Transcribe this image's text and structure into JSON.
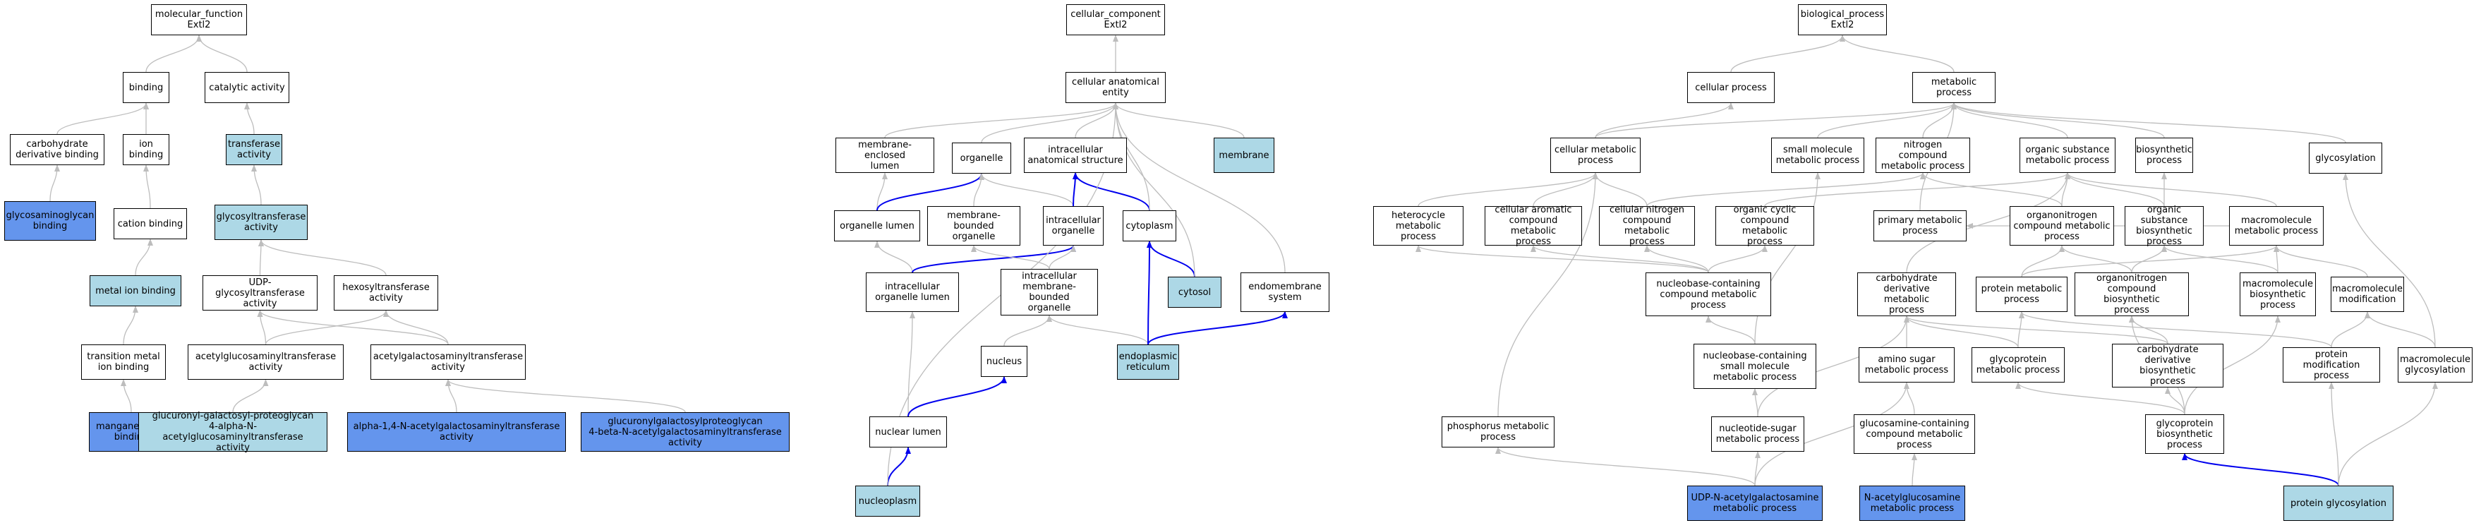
{
  "palette": {
    "edge": "#bdbdbd",
    "edge_highlight": "#0000ee",
    "light": "#add8e6",
    "dark": "#6495ed"
  },
  "nodes": [
    {
      "id": "mf",
      "label": "molecular_function\nExtl2",
      "fill": "white"
    },
    {
      "id": "binding",
      "label": "binding",
      "fill": "white"
    },
    {
      "id": "catact",
      "label": "catalytic activity",
      "fill": "white"
    },
    {
      "id": "carbder",
      "label": "carbohydrate\nderivative binding",
      "fill": "white"
    },
    {
      "id": "ionb",
      "label": "ion binding",
      "fill": "white"
    },
    {
      "id": "transf",
      "label": "transferase\nactivity",
      "fill": "light"
    },
    {
      "id": "gagb",
      "label": "glycosaminoglycan\nbinding",
      "fill": "dark"
    },
    {
      "id": "cationb",
      "label": "cation binding",
      "fill": "white"
    },
    {
      "id": "glycotr",
      "label": "glycosyltransferase\nactivity",
      "fill": "light"
    },
    {
      "id": "metalb",
      "label": "metal ion binding",
      "fill": "light"
    },
    {
      "id": "udpglyc",
      "label": "UDP-glycosyltransferase\nactivity",
      "fill": "white"
    },
    {
      "id": "hexos",
      "label": "hexosyltransferase\nactivity",
      "fill": "white"
    },
    {
      "id": "transmet",
      "label": "transition metal\nion binding",
      "fill": "white"
    },
    {
      "id": "acglc",
      "label": "acetylglucosaminyltransferase\nactivity",
      "fill": "white"
    },
    {
      "id": "acgal",
      "label": "acetylgalactosaminyltransferase\nactivity",
      "fill": "white"
    },
    {
      "id": "mnb",
      "label": "manganese ion\nbinding",
      "fill": "dark"
    },
    {
      "id": "glucur1",
      "label": "glucuronyl-galactosyl-proteoglycan\n4-alpha-N-acetylglucosaminyltransferase\nactivity",
      "fill": "light"
    },
    {
      "id": "alpha14",
      "label": "alpha-1,4-N-acetylgalactosaminyltransferase\nactivity",
      "fill": "dark"
    },
    {
      "id": "glucur2",
      "label": "glucuronylgalactosylproteoglycan\n4-beta-N-acetylgalactosaminyltransferase\nactivity",
      "fill": "dark"
    },
    {
      "id": "cc",
      "label": "cellular_component\nExtl2",
      "fill": "white"
    },
    {
      "id": "cae",
      "label": "cellular anatomical\nentity",
      "fill": "white"
    },
    {
      "id": "memlumen",
      "label": "membrane-enclosed\nlumen",
      "fill": "white"
    },
    {
      "id": "organelle",
      "label": "organelle",
      "fill": "white"
    },
    {
      "id": "intracas",
      "label": "intracellular\nanatomical structure",
      "fill": "white"
    },
    {
      "id": "membrane",
      "label": "membrane",
      "fill": "light"
    },
    {
      "id": "orglumen",
      "label": "organelle lumen",
      "fill": "white"
    },
    {
      "id": "membbound",
      "label": "membrane-bounded\norganelle",
      "fill": "white"
    },
    {
      "id": "intraorg",
      "label": "intracellular\norganelle",
      "fill": "white"
    },
    {
      "id": "cytoplasm",
      "label": "cytoplasm",
      "fill": "white"
    },
    {
      "id": "intraorglumen",
      "label": "intracellular\norganelle lumen",
      "fill": "white"
    },
    {
      "id": "intramembbound",
      "label": "intracellular\nmembrane-bounded\norganelle",
      "fill": "white"
    },
    {
      "id": "cytosol",
      "label": "cytosol",
      "fill": "light"
    },
    {
      "id": "endomem",
      "label": "endomembrane\nsystem",
      "fill": "white"
    },
    {
      "id": "nucleus",
      "label": "nucleus",
      "fill": "white"
    },
    {
      "id": "er",
      "label": "endoplasmic\nreticulum",
      "fill": "light"
    },
    {
      "id": "nuclumen",
      "label": "nuclear lumen",
      "fill": "white"
    },
    {
      "id": "nucleoplasm",
      "label": "nucleoplasm",
      "fill": "light"
    },
    {
      "id": "bp",
      "label": "biological_process\nExtl2",
      "fill": "white"
    },
    {
      "id": "cellproc",
      "label": "cellular process",
      "fill": "white"
    },
    {
      "id": "metproc",
      "label": "metabolic process",
      "fill": "white"
    },
    {
      "id": "cellmet",
      "label": "cellular metabolic\nprocess",
      "fill": "white"
    },
    {
      "id": "smallmol",
      "label": "small molecule\nmetabolic process",
      "fill": "white"
    },
    {
      "id": "nitrogen",
      "label": "nitrogen compound\nmetabolic process",
      "fill": "white"
    },
    {
      "id": "orgsubmet",
      "label": "organic substance\nmetabolic process",
      "fill": "white"
    },
    {
      "id": "biosyn",
      "label": "biosynthetic\nprocess",
      "fill": "white"
    },
    {
      "id": "glycosylation",
      "label": "glycosylation",
      "fill": "white"
    },
    {
      "id": "heterocycle",
      "label": "heterocycle\nmetabolic process",
      "fill": "white"
    },
    {
      "id": "cellarom",
      "label": "cellular aromatic\ncompound metabolic\nprocess",
      "fill": "white"
    },
    {
      "id": "cellnitro",
      "label": "cellular nitrogen\ncompound metabolic\nprocess",
      "fill": "white"
    },
    {
      "id": "orgcyclic",
      "label": "organic cyclic\ncompound metabolic\nprocess",
      "fill": "white"
    },
    {
      "id": "primmet",
      "label": "primary metabolic\nprocess",
      "fill": "white"
    },
    {
      "id": "organonitmet",
      "label": "organonitrogen\ncompound metabolic\nprocess",
      "fill": "white"
    },
    {
      "id": "orgsubbio",
      "label": "organic substance\nbiosynthetic\nprocess",
      "fill": "white"
    },
    {
      "id": "macromet",
      "label": "macromolecule\nmetabolic process",
      "fill": "white"
    },
    {
      "id": "nucbasemet",
      "label": "nucleobase-containing\ncompound metabolic\nprocess",
      "fill": "white"
    },
    {
      "id": "carbdermet",
      "label": "carbohydrate\nderivative metabolic\nprocess",
      "fill": "white"
    },
    {
      "id": "protmet",
      "label": "protein metabolic\nprocess",
      "fill": "white"
    },
    {
      "id": "organonitbio",
      "label": "organonitrogen\ncompound biosynthetic\nprocess",
      "fill": "white"
    },
    {
      "id": "macrobio",
      "label": "macromolecule\nbiosynthetic\nprocess",
      "fill": "white"
    },
    {
      "id": "macromod",
      "label": "macromolecule\nmodification",
      "fill": "white"
    },
    {
      "id": "nucbasesmall",
      "label": "nucleobase-containing\nsmall molecule\nmetabolic process",
      "fill": "white"
    },
    {
      "id": "aminosugar",
      "label": "amino sugar\nmetabolic process",
      "fill": "white"
    },
    {
      "id": "glycoprotmet",
      "label": "glycoprotein\nmetabolic process",
      "fill": "white"
    },
    {
      "id": "carbderbio",
      "label": "carbohydrate\nderivative biosynthetic\nprocess",
      "fill": "white"
    },
    {
      "id": "protmod",
      "label": "protein modification\nprocess",
      "fill": "white"
    },
    {
      "id": "macroglyc",
      "label": "macromolecule\nglycosylation",
      "fill": "white"
    },
    {
      "id": "phosmet",
      "label": "phosphorus metabolic\nprocess",
      "fill": "white"
    },
    {
      "id": "nucsugar",
      "label": "nucleotide-sugar\nmetabolic process",
      "fill": "white"
    },
    {
      "id": "glucosamine",
      "label": "glucosamine-containing\ncompound metabolic\nprocess",
      "fill": "white"
    },
    {
      "id": "glycoprotbio",
      "label": "glycoprotein\nbiosynthetic\nprocess",
      "fill": "white"
    },
    {
      "id": "udpnac",
      "label": "UDP-N-acetylgalactosamine\nmetabolic process",
      "fill": "dark"
    },
    {
      "id": "nacglc",
      "label": "N-acetylglucosamine\nmetabolic process",
      "fill": "dark"
    },
    {
      "id": "protglyc",
      "label": "protein glycosylation",
      "fill": "light"
    }
  ],
  "edges": [
    [
      "binding",
      "mf"
    ],
    [
      "catact",
      "mf"
    ],
    [
      "carbder",
      "binding"
    ],
    [
      "ionb",
      "binding"
    ],
    [
      "transf",
      "catact"
    ],
    [
      "gagb",
      "carbder"
    ],
    [
      "cationb",
      "ionb"
    ],
    [
      "glycotr",
      "transf"
    ],
    [
      "metalb",
      "cationb"
    ],
    [
      "udpglyc",
      "glycotr"
    ],
    [
      "hexos",
      "glycotr"
    ],
    [
      "transmet",
      "metalb"
    ],
    [
      "acglc",
      "udpglyc"
    ],
    [
      "acglc",
      "hexos"
    ],
    [
      "acgal",
      "udpglyc"
    ],
    [
      "acgal",
      "hexos"
    ],
    [
      "mnb",
      "transmet"
    ],
    [
      "glucur1",
      "acglc"
    ],
    [
      "alpha14",
      "acgal"
    ],
    [
      "glucur2",
      "acgal"
    ],
    [
      "cae",
      "cc"
    ],
    [
      "memlumen",
      "cae"
    ],
    [
      "organelle",
      "cae"
    ],
    [
      "intracas",
      "cae"
    ],
    [
      "membrane",
      "cae"
    ],
    [
      "orglumen",
      "memlumen"
    ],
    [
      "orglumen",
      "organelle",
      "hl"
    ],
    [
      "membbound",
      "organelle"
    ],
    [
      "intraorg",
      "organelle"
    ],
    [
      "intraorg",
      "intracas",
      "hl"
    ],
    [
      "cytoplasm",
      "intracas",
      "hl"
    ],
    [
      "cytoplasm",
      "cae"
    ],
    [
      "intraorglumen",
      "orglumen"
    ],
    [
      "intraorglumen",
      "intraorg",
      "hl"
    ],
    [
      "intramembbound",
      "membbound"
    ],
    [
      "intramembbound",
      "intraorg"
    ],
    [
      "cytosol",
      "cytoplasm",
      "hl"
    ],
    [
      "cytosol",
      "cae"
    ],
    [
      "endomem",
      "cae"
    ],
    [
      "nucleus",
      "intramembbound"
    ],
    [
      "er",
      "intramembbound"
    ],
    [
      "er",
      "cytoplasm",
      "hl"
    ],
    [
      "er",
      "endomem",
      "hl"
    ],
    [
      "nuclumen",
      "intraorglumen"
    ],
    [
      "nuclumen",
      "nucleus",
      "hl"
    ],
    [
      "nucleoplasm",
      "nuclumen",
      "hl"
    ],
    [
      "nucleoplasm",
      "cae"
    ],
    [
      "cellproc",
      "bp"
    ],
    [
      "metproc",
      "bp"
    ],
    [
      "cellmet",
      "cellproc"
    ],
    [
      "cellmet",
      "metproc"
    ],
    [
      "smallmol",
      "metproc"
    ],
    [
      "nitrogen",
      "metproc"
    ],
    [
      "orgsubmet",
      "metproc"
    ],
    [
      "biosyn",
      "metproc"
    ],
    [
      "glycosylation",
      "metproc"
    ],
    [
      "heterocycle",
      "cellmet"
    ],
    [
      "cellarom",
      "cellmet"
    ],
    [
      "cellnitro",
      "cellmet"
    ],
    [
      "cellnitro",
      "nitrogen"
    ],
    [
      "orgcyclic",
      "orgsubmet"
    ],
    [
      "primmet",
      "metproc"
    ],
    [
      "organonitmet",
      "nitrogen"
    ],
    [
      "organonitmet",
      "orgsubmet"
    ],
    [
      "orgsubbio",
      "orgsubmet"
    ],
    [
      "orgsubbio",
      "biosyn"
    ],
    [
      "macromet",
      "orgsubmet"
    ],
    [
      "macromet",
      "primmet"
    ],
    [
      "nucbasemet",
      "heterocycle"
    ],
    [
      "nucbasemet",
      "cellarom"
    ],
    [
      "nucbasemet",
      "cellnitro"
    ],
    [
      "nucbasemet",
      "orgcyclic"
    ],
    [
      "carbdermet",
      "orgsubmet"
    ],
    [
      "protmet",
      "organonitmet"
    ],
    [
      "protmet",
      "macromet"
    ],
    [
      "organonitbio",
      "organonitmet"
    ],
    [
      "organonitbio",
      "orgsubbio"
    ],
    [
      "macrobio",
      "orgsubbio"
    ],
    [
      "macrobio",
      "macromet"
    ],
    [
      "macromod",
      "macromet"
    ],
    [
      "nucbasesmall",
      "nucbasemet"
    ],
    [
      "nucbasesmall",
      "smallmol"
    ],
    [
      "aminosugar",
      "carbdermet"
    ],
    [
      "glycoprotmet",
      "protmet"
    ],
    [
      "glycoprotmet",
      "carbdermet"
    ],
    [
      "carbderbio",
      "carbdermet"
    ],
    [
      "carbderbio",
      "organonitbio"
    ],
    [
      "protmod",
      "protmet"
    ],
    [
      "protmod",
      "macromod"
    ],
    [
      "macroglyc",
      "macromod"
    ],
    [
      "macroglyc",
      "glycosylation"
    ],
    [
      "phosmet",
      "cellmet"
    ],
    [
      "nucsugar",
      "nucbasesmall"
    ],
    [
      "nucsugar",
      "carbdermet"
    ],
    [
      "glucosamine",
      "aminosugar"
    ],
    [
      "glycoprotbio",
      "glycoprotmet"
    ],
    [
      "glycoprotbio",
      "carbderbio"
    ],
    [
      "glycoprotbio",
      "macrobio"
    ],
    [
      "glycoprotbio",
      "organonitbio"
    ],
    [
      "udpnac",
      "phosmet"
    ],
    [
      "udpnac",
      "nucsugar"
    ],
    [
      "udpnac",
      "aminosugar"
    ],
    [
      "nacglc",
      "glucosamine"
    ],
    [
      "protglyc",
      "glycoprotbio",
      "hl"
    ],
    [
      "protglyc",
      "protmod"
    ],
    [
      "protglyc",
      "macroglyc"
    ]
  ]
}
